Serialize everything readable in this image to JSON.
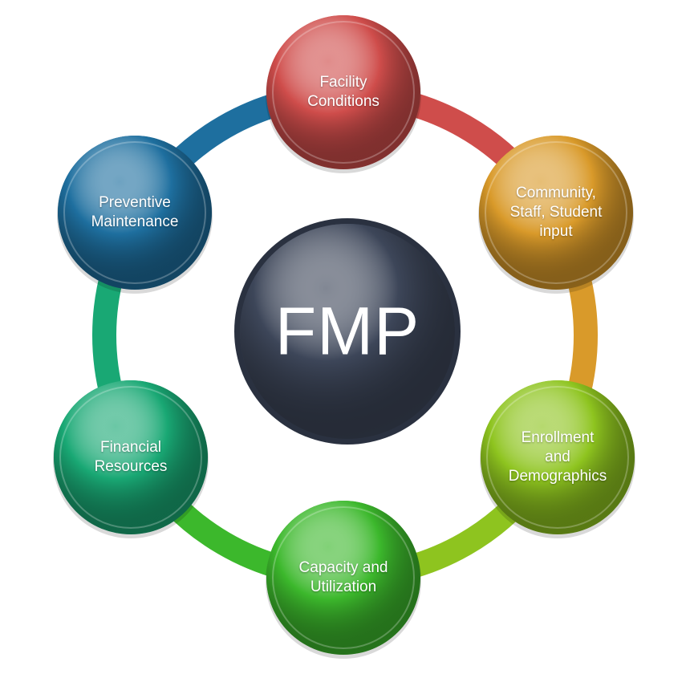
{
  "center": {
    "title": "FMP",
    "color": "#3d4659"
  },
  "nodes": [
    {
      "label": "Facility Conditions",
      "lines": [
        "Facility",
        "Conditions"
      ],
      "color": "#cf4d4b"
    },
    {
      "label": "Community, Staff, Student input",
      "lines": [
        "Community,",
        "Staff, Student",
        "input"
      ],
      "color": "#d99a2a"
    },
    {
      "label": "Enrollment and Demographics",
      "lines": [
        "Enrollment",
        "and",
        "Demographics"
      ],
      "color": "#8ec41f"
    },
    {
      "label": "Capacity and Utilization",
      "lines": [
        "Capacity and",
        "Utilization"
      ],
      "color": "#3cb82c"
    },
    {
      "label": "Financial Resources",
      "lines": [
        "Financial",
        "Resources"
      ],
      "color": "#19a874"
    },
    {
      "label": "Preventive Maintenance",
      "lines": [
        "Preventive",
        "Maintenance"
      ],
      "color": "#1e6f9f"
    }
  ]
}
